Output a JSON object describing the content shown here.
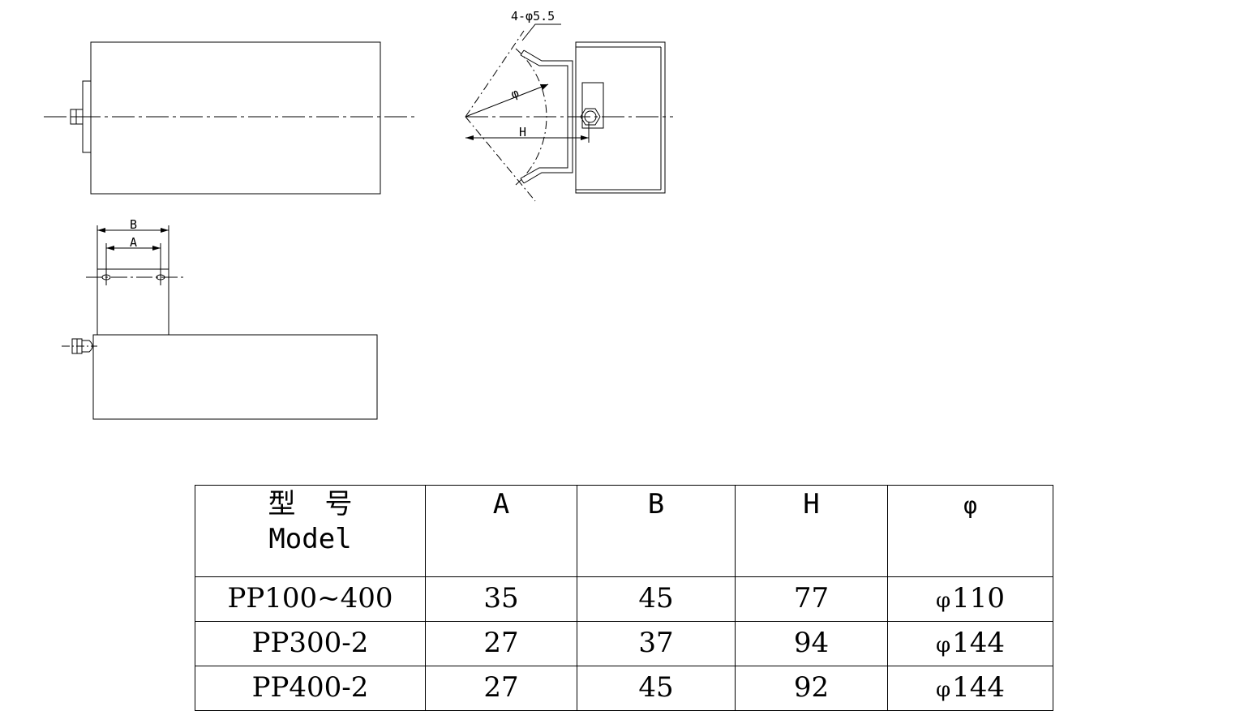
{
  "drawing": {
    "hole_label": "4-φ5.5",
    "dim_phi": "φ",
    "dim_h": "H",
    "dim_b": "B",
    "dim_a": "A"
  },
  "table": {
    "header": {
      "model_cn": "型号",
      "model_en": "Model",
      "a": "A",
      "b": "B",
      "h": "H",
      "phi": "φ"
    },
    "rows": [
      {
        "model": "PP100~400",
        "a": "35",
        "b": "45",
        "h": "77",
        "phi_symbol": "φ",
        "phi": "110"
      },
      {
        "model": "PP300-2",
        "a": "27",
        "b": "37",
        "h": "94",
        "phi_symbol": "φ",
        "phi": "144"
      },
      {
        "model": "PP400-2",
        "a": "27",
        "b": "45",
        "h": "92",
        "phi_symbol": "φ",
        "phi": "144"
      }
    ]
  }
}
